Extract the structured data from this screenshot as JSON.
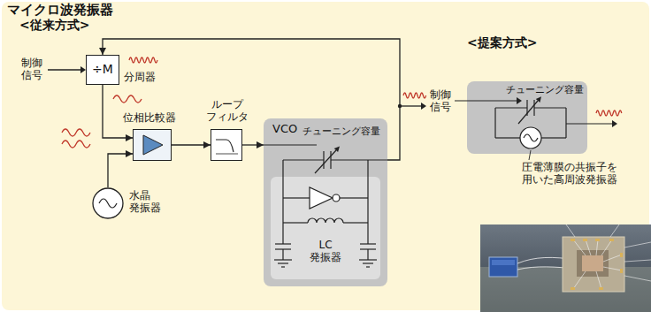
{
  "diagram": {
    "title": "マイクロ波発振器",
    "nodes": [
      {
        "text": [
          "÷M",
          "分周器"
        ]
      },
      {
        "text": [
          "位相比較器"
        ]
      },
      {
        "text": [
          "ループ フィルタ"
        ]
      },
      {
        "text": [
          "水晶 発振器"
        ]
      },
      {
        "text": [
          "VCO",
          "チューニング容量"
        ]
      },
      {
        "text": [
          "LC 発振器"
        ],
        "in": 4
      },
      {
        "text": [
          "チューニング容量"
        ]
      }
    ],
    "edges": [
      {
        "from": 0,
        "to": 1,
        "arrow": "to"
      },
      {
        "from": 3,
        "to": 1,
        "arrow": "to"
      },
      {
        "from": 1,
        "to": 2,
        "arrow": "to"
      },
      {
        "from": 2,
        "to": 4,
        "arrow": "to"
      },
      {
        "from": 4,
        "to": 0,
        "arrow": "to"
      }
    ],
    "labels": [
      "<従来方式>",
      "制御信号",
      "<提案方式>",
      "制御信号",
      "圧電薄膜の共振子を 用いた高周波発振器"
    ]
  }
}
